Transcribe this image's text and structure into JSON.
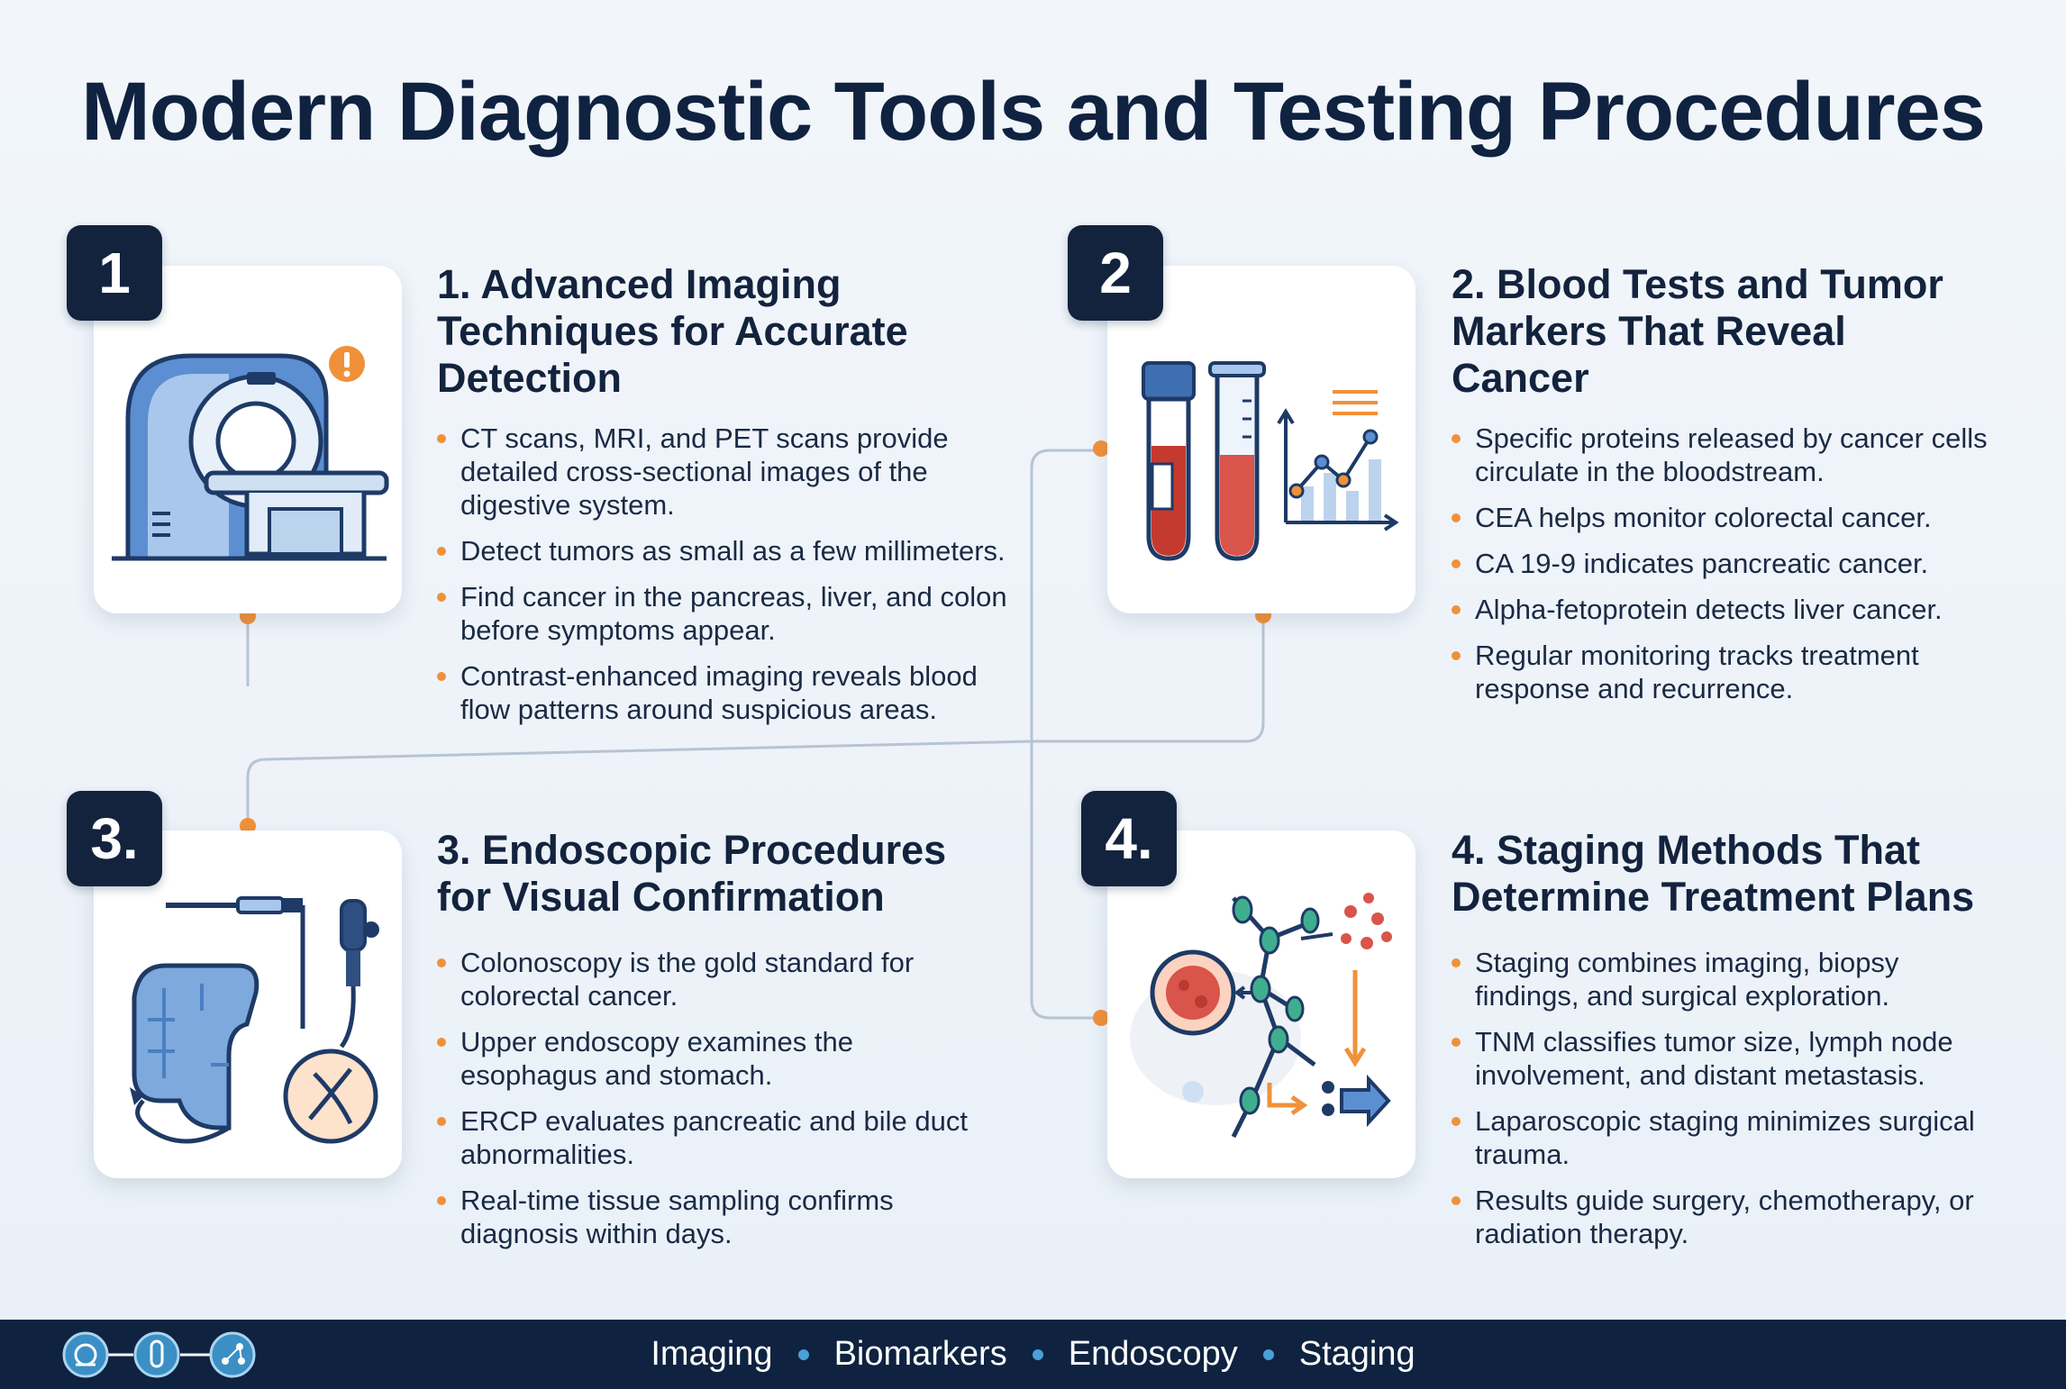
{
  "title": "Modern Diagnostic Tools and Testing Procedures",
  "sections": [
    {
      "badge": "1",
      "title": "1. Advanced Imaging\n  Techniques for Accurate\n  Detection",
      "icon": "ct-scanner-icon",
      "bullets": [
        "CT scans, MRI, and PET scans provide detailed cross-sectional images of the digestive system.",
        "Detect tumors as small as a few millimeters.",
        "Find cancer in the pancreas, liver, and colon before symptoms appear.",
        "Contrast-enhanced imaging reveals blood flow patterns around suspicious areas."
      ]
    },
    {
      "badge": "2",
      "title": "2. Blood Tests and Tumor\n  Markers That Reveal\n  Cancer",
      "icon": "blood-test-tubes-icon",
      "bullets": [
        "Specific proteins released by cancer cells circulate in the bloodstream.",
        "CEA helps monitor colorectal cancer.",
        "CA 19-9 indicates pancreatic cancer.",
        "Alpha-fetoprotein detects liver cancer.",
        "Regular monitoring tracks treatment response and recurrence."
      ]
    },
    {
      "badge": "3.",
      "title": "3. Endoscopic Procedures\nfor Visual Confirmation",
      "icon": "colon-endoscope-icon",
      "bullets": [
        "Colonoscopy is the gold standard for colorectal cancer.",
        "Upper endoscopy examines the esophagus and stomach.",
        "ERCP evaluates pancreatic and bile duct abnormalities.",
        "Real-time tissue sampling confirms diagnosis within days."
      ]
    },
    {
      "badge": "4.",
      "title": "4. Staging Methods That\nDetermine Treatment Plans",
      "icon": "metastasis-lymph-icon",
      "bullets": [
        "Staging combines imaging, biopsy findings, and surgical exploration.",
        "TNM classifies tumor size, lymph node involvement, and distant metastasis.",
        "Laparoscopic staging minimizes surgical trauma.",
        "Results guide surgery, chemotherapy, or radiation therapy."
      ]
    }
  ],
  "footer": {
    "items": [
      "Imaging",
      "Biomarkers",
      "Endoscopy",
      "Staging"
    ],
    "icons": [
      "scanner-circle-icon",
      "test-tube-circle-icon",
      "network-circle-icon"
    ]
  },
  "colors": {
    "navy": "#13233d",
    "accent_orange": "#f0913a",
    "accent_blue": "#4a7fc1",
    "blood_red": "#c53a2e"
  }
}
